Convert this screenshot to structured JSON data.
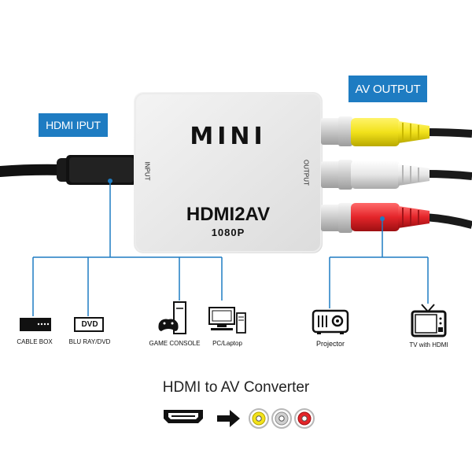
{
  "labels": {
    "hdmi_input": "HDMI IPUT",
    "av_output": "AV OUTPUT"
  },
  "converter": {
    "brand": "MINI",
    "model": "HDMI2AV",
    "resolution": "1080P",
    "input_port_label": "INPUT",
    "output_port_label": "OUTPUT"
  },
  "input_devices": [
    {
      "label": "CABLE BOX",
      "icon": "cable-box-icon",
      "screen_text": ""
    },
    {
      "label": "BLU RAY/DVD",
      "icon": "dvd-player-icon",
      "screen_text": "DVD"
    },
    {
      "label": "GAME CONSOLE",
      "icon": "game-console-icon",
      "screen_text": ""
    },
    {
      "label": "PC/Laptop",
      "icon": "pc-icon",
      "screen_text": ""
    }
  ],
  "output_devices": [
    {
      "label": "Projector",
      "icon": "projector-icon"
    },
    {
      "label": "TV with HDMI",
      "icon": "tv-icon"
    }
  ],
  "caption": "HDMI to AV Converter",
  "colors": {
    "accent_blue": "#1e7cc2",
    "cable_yellow": "#f2e21b",
    "cable_white": "#e4e4e4",
    "cable_red": "#e4252a"
  }
}
